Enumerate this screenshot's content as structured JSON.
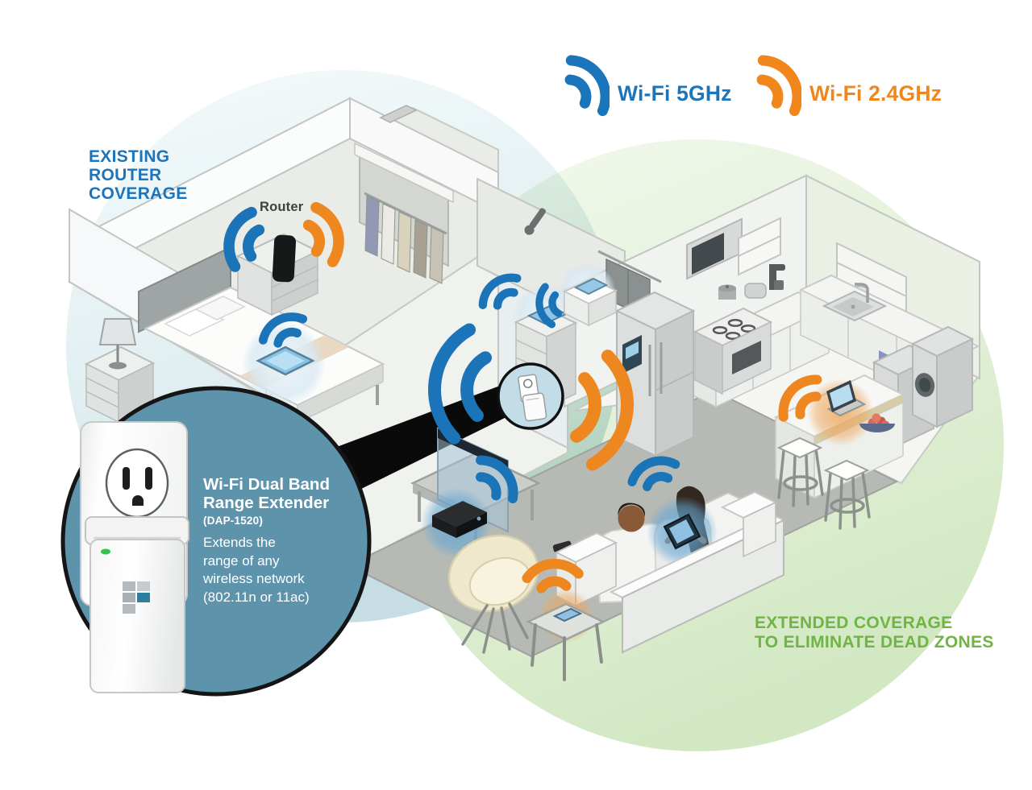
{
  "legend": {
    "items": [
      {
        "id": "wifi-5ghz",
        "label": "Wi-Fi 5GHz",
        "color": "#1b75bb"
      },
      {
        "id": "wifi-2-4ghz",
        "label": "Wi-Fi 2.4GHz",
        "color": "#f0861c"
      }
    ]
  },
  "labels": {
    "existing_coverage": "EXISTING\nROUTER\nCOVERAGE",
    "router": "Router",
    "extended_coverage": "EXTENDED COVERAGE\nTO ELIMINATE DEAD ZONES"
  },
  "callout": {
    "title": "Wi-Fi Dual Band\nRange Extender",
    "model": "(DAP-1520)",
    "description": "Extends the\nrange of any\nwireless network\n(802.11n or 11ac)"
  },
  "colors": {
    "wifi_5ghz": "#1b75bb",
    "wifi_24ghz": "#f0861c",
    "existing_text": "#1c75bb",
    "extended_text": "#70b445",
    "router_text": "#3d4144",
    "callout_circle": "#5e93ac",
    "callout_text": "#ffffff",
    "blue_coverage_tint": "#cfe3e7",
    "green_coverage_tint": "#d5e9c8"
  }
}
